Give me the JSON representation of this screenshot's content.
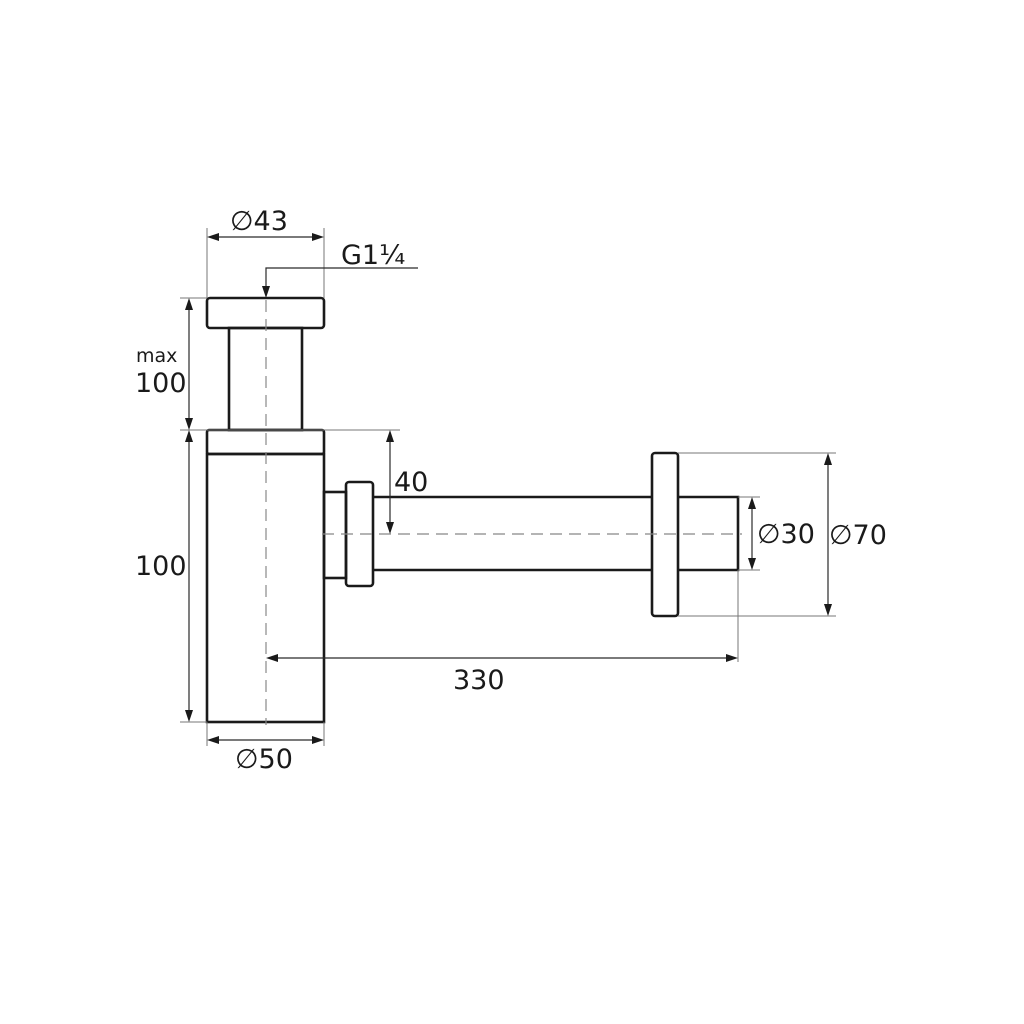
{
  "dimensions": {
    "top_diameter": "∅43",
    "thread": "G1¼",
    "max_prefix": "max",
    "max_height": "100",
    "body_height": "100",
    "body_diameter": "∅50",
    "outlet_offset": "40",
    "length": "330",
    "pipe_diameter": "∅30",
    "flange_diameter": "∅70"
  }
}
